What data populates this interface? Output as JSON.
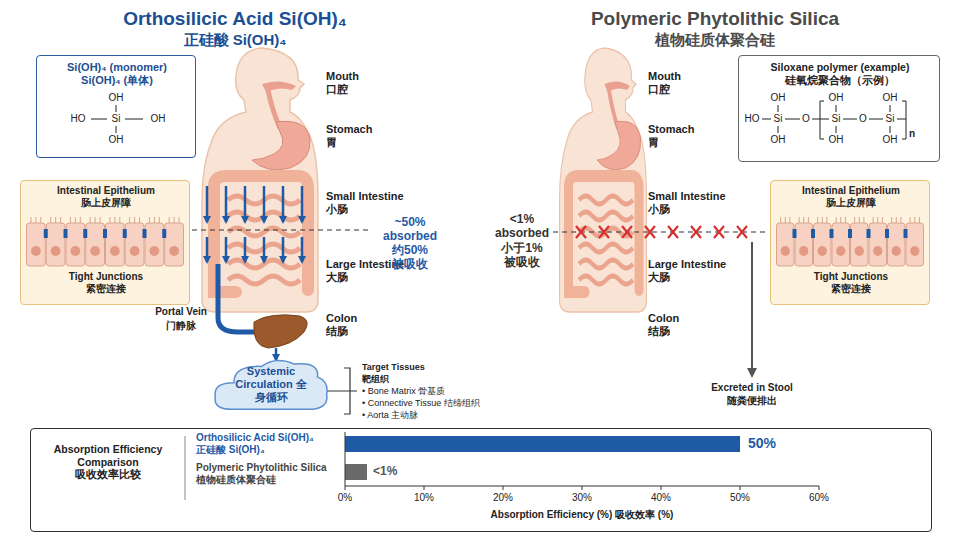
{
  "diagram": {
    "nodes": [
      {
        "text": [
          "Si(OH)₄ (monomer)",
          "Si(OH)₄ (单体)"
        ]
      },
      {
        "text": [
          "Intestinal Epithelium",
          "肠上皮屏障",
          "Tight Junctions",
          "紧密连接"
        ]
      },
      {
        "text": [
          "Systemic Circulation 全身循环"
        ]
      },
      {
        "text": [
          "Siloxane polymer (example)",
          "硅氧烷聚合物（示例）"
        ]
      },
      {
        "text": [
          "Intestinal Epithelium",
          "肠上皮屏障",
          "Tight Junctions",
          "紧密连接"
        ]
      },
      {
        "text": [
          "Absorption Efficiency Comparison",
          "吸收效率比较"
        ]
      }
    ],
    "labels": [
      "Orthosilicic Acid Si(OH)₄",
      "正硅酸 Si(OH)₄",
      "Polymeric Phytolithic Silica",
      "植物硅质体聚合硅",
      "OH",
      "HO",
      "Si",
      "OH",
      "OH",
      "OH",
      "OH",
      "OH",
      "HO",
      "Si",
      "O",
      "Si",
      "O",
      "Si",
      "n",
      "OH",
      "OH",
      "OH",
      "Mouth",
      "口腔",
      "Stomach",
      "胃",
      "Small Intestine",
      "小肠",
      "Large Intestine",
      "大肠",
      "Colon",
      "结肠",
      "Mouth",
      "口腔",
      "Stomach",
      "胃",
      "Small Intestine",
      "小肠",
      "Large Intestine",
      "大肠",
      "Colon",
      "结肠",
      "~50%",
      "absorbed",
      "约50%",
      "被吸收",
      "<1%",
      "absorbed",
      "小于1%",
      "被吸收",
      "Portal Vein",
      "门静脉",
      "Target Tissues",
      "靶组织",
      "• Bone Matrix 骨基质",
      "• Connective Tissue 结缔组织",
      "• Aorta 主动脉",
      "Excreted in Stool",
      "随粪便排出",
      "Orthosilicic Acid Si(OH)₄",
      "正硅酸 Si(OH)₄",
      "Polymeric Phytolithic Silica",
      "植物硅质体聚合硅",
      "50%",
      "<1%",
      "0%",
      "10%",
      "20%",
      "30%",
      "40%",
      "50%",
      "60%",
      "Absorption Efficiency (%) 吸收效率 (%)"
    ]
  }
}
